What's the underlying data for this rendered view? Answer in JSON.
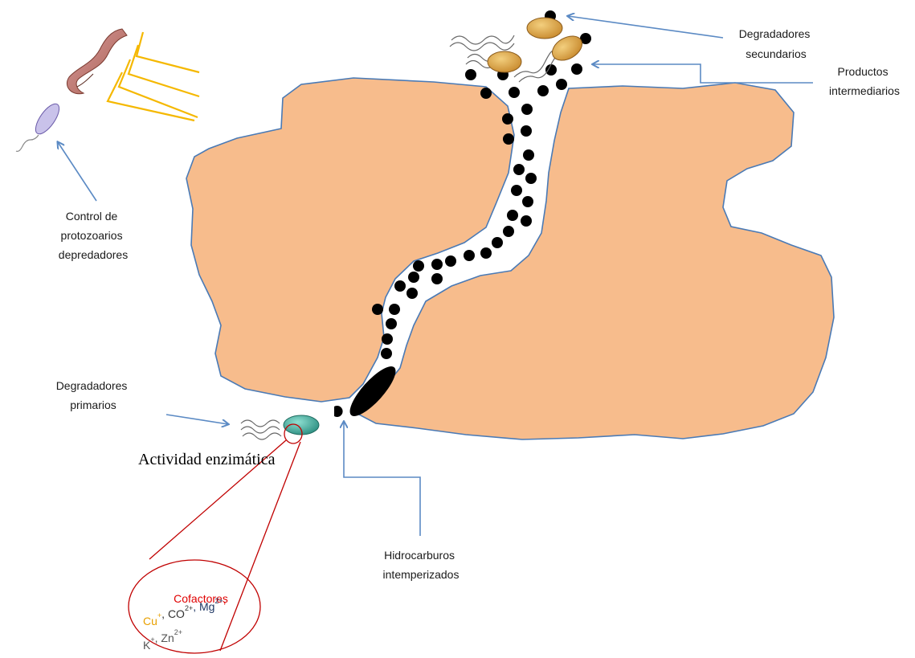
{
  "labels": {
    "secondary": [
      "Degradadores",
      "secundarios"
    ],
    "intermediate": [
      "Productos",
      "intermediarios"
    ],
    "protozoa": [
      "Control de",
      "protozoarios",
      "depredadores"
    ],
    "primary": [
      "Degradadores",
      "primarios"
    ],
    "enzymatic": "Actividad enzimática",
    "hydrocarbons": [
      "Hidrocarburos",
      "intemperizados"
    ]
  },
  "cofactors": {
    "title": "Cofactores",
    "line1": [
      {
        "text": "Cu",
        "sup": "+",
        "color": "#e8a000"
      },
      {
        "text": ", CO",
        "sup": "2+",
        "color": "#333333"
      },
      {
        "text": ", Mg",
        "sup": "2+",
        "color": "#1f3864"
      },
      {
        "text": ",",
        "sup": "",
        "color": "#e00000"
      }
    ],
    "line2": [
      {
        "text": "K",
        "sup": "+",
        "color": "#555555"
      },
      {
        "text": ", Zn",
        "sup": "2+",
        "color": "#555555"
      }
    ]
  },
  "colors": {
    "particle": "#f7bc8c",
    "outline": "#4a7ab5",
    "arrow": "#5b8ac4",
    "bacteria_primary": "#3aa79a",
    "bacteria_secondary": "#d9a24a",
    "light_rays": "#f5b800",
    "magnifier": "#c00000",
    "cofactor_title": "#e00000"
  }
}
